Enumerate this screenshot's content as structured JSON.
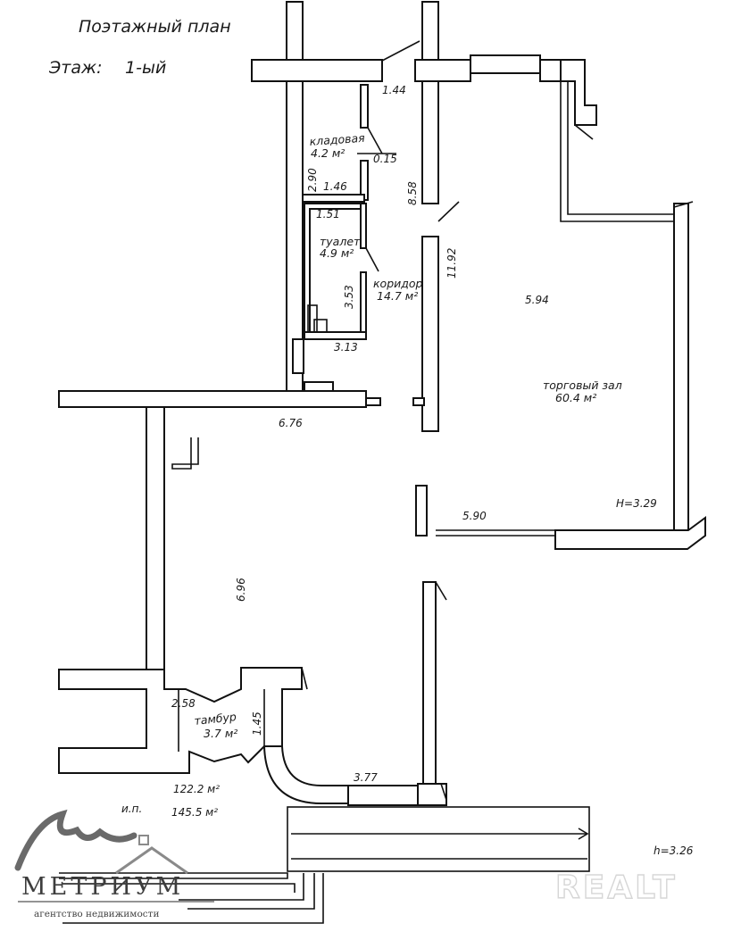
{
  "header": {
    "title": "Поэтажный план",
    "floor_label": "Этаж:",
    "floor_value": "1-ый"
  },
  "rooms": [
    {
      "id": "storage",
      "name": "кладовая",
      "area": "4.2 м²"
    },
    {
      "id": "toilet",
      "name": "туалет",
      "area": "4.9 м²"
    },
    {
      "id": "corridor",
      "name": "коридор",
      "area": "14.7 м²"
    },
    {
      "id": "hall",
      "name": "торговый зал",
      "area": "60.4 м²"
    },
    {
      "id": "vestibule",
      "name": "тамбур",
      "area": "3.7 м²"
    }
  ],
  "dimensions": {
    "d1": "1.44",
    "d2": "0.15",
    "d3": "2.90",
    "d4": "1.46",
    "d5": "8.58",
    "d6": "1.51",
    "d7": "11.92",
    "d8": "3.53",
    "d9": "3.13",
    "d10": "5.94",
    "d11": "6.76",
    "d12": "5.90",
    "d13": "6.96",
    "d14": "2.58",
    "d15": "1.45",
    "d16": "3.77"
  },
  "heights": {
    "hall": "H=3.29",
    "floor": "h=3.26"
  },
  "totals": {
    "area": "122.2 м²",
    "ip_label": "и.п.",
    "ip_area": "145.5 м²"
  },
  "logo": {
    "word": "МЕТРИУМ",
    "subtitle": "агентство недвижимости",
    "watermark": "REALT"
  }
}
